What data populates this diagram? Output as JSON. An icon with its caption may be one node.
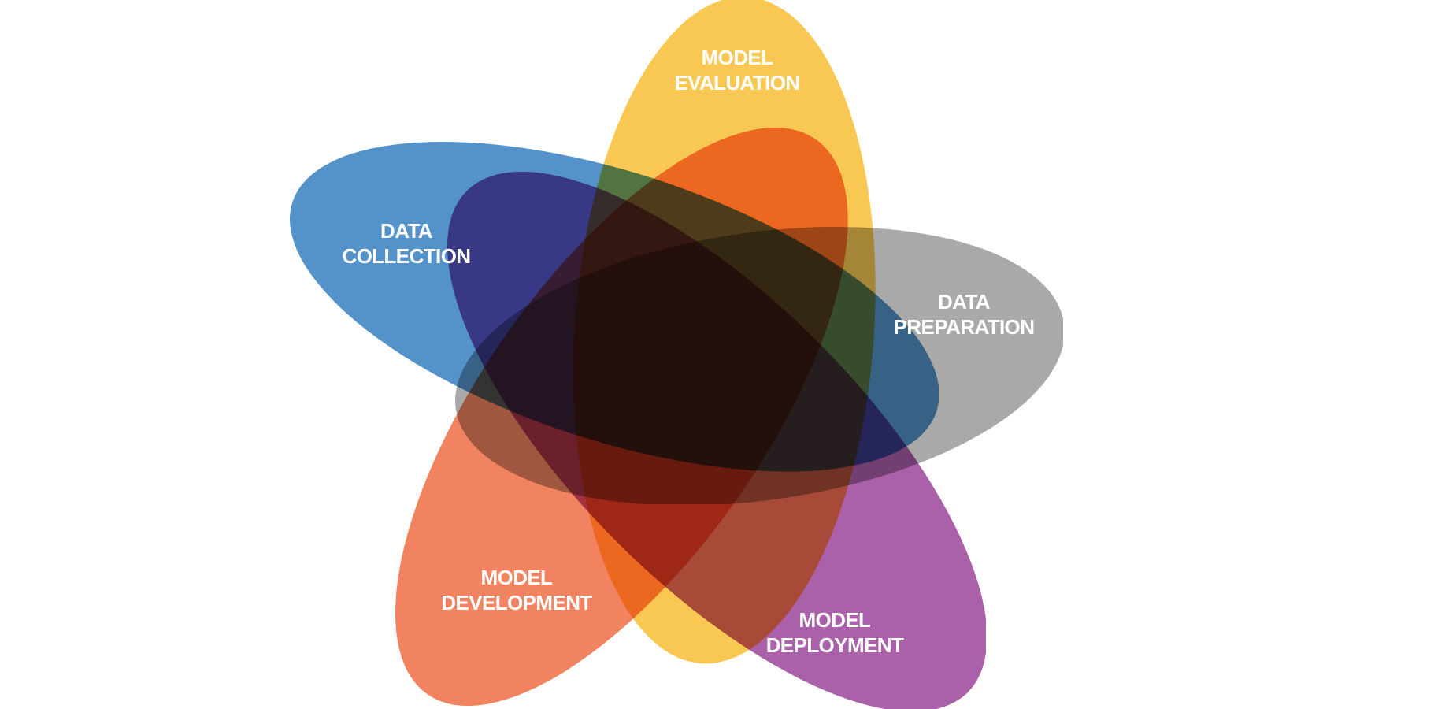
{
  "diagram": {
    "nodes": [
      {
        "text": [
          "MODEL EVALUATION"
        ]
      },
      {
        "text": [
          "DATA COLLECTION"
        ]
      },
      {
        "text": [
          "DATA PREPARATION"
        ]
      },
      {
        "text": [
          "MODEL DEVELOPMENT"
        ]
      },
      {
        "text": [
          "MODEL DEPLOYMENT"
        ]
      }
    ]
  }
}
